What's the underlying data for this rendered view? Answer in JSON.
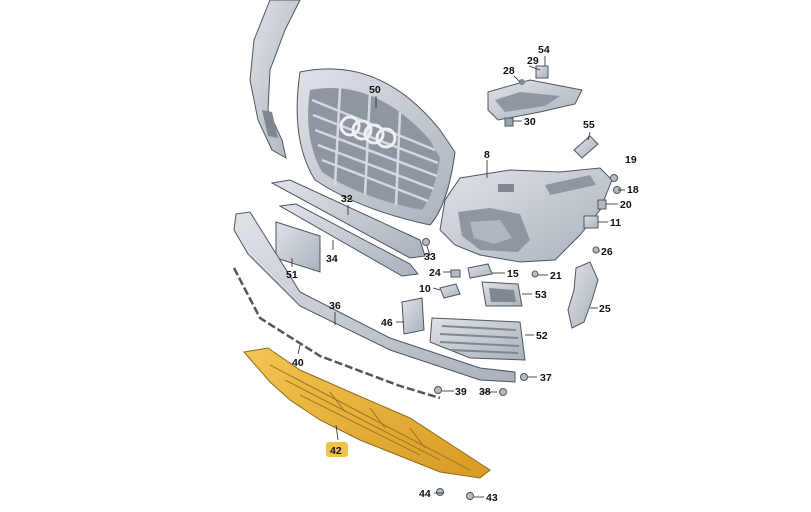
{
  "diagram": {
    "colors": {
      "part_fill": "#c9ced6",
      "part_dark": "#8e96a2",
      "part_outline": "#4e5660",
      "highlight_fill": "#e8b23a",
      "highlight_outline": "#8a6a1c",
      "highlight_label_bg": "#f2c14a"
    },
    "labels": {
      "p8": "8",
      "p10": "10",
      "p11": "11",
      "p15": "15",
      "p18": "18",
      "p19": "19",
      "p20": "20",
      "p21": "21",
      "p24": "24",
      "p25": "25",
      "p26": "26",
      "p28": "28",
      "p29": "29",
      "p30": "30",
      "p32": "32",
      "p33": "33",
      "p34": "34",
      "p36": "36",
      "p37": "37",
      "p38": "38",
      "p39": "39",
      "p40": "40",
      "p42": "42",
      "p43": "43",
      "p44": "44",
      "p46": "46",
      "p50": "50",
      "p51": "51",
      "p52": "52",
      "p53": "53",
      "p54": "54",
      "p55": "55"
    }
  }
}
